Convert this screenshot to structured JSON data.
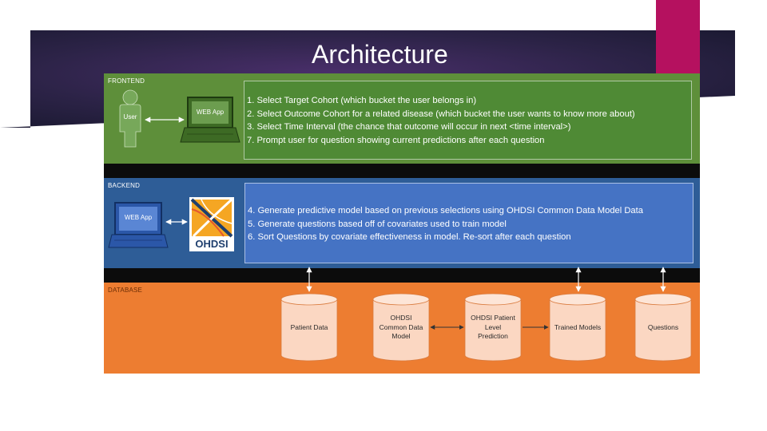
{
  "slide": {
    "title": "Architecture"
  },
  "frontend": {
    "label": "FRONTEND",
    "user_label": "User",
    "app_label": "WEB App",
    "steps": [
      "1. Select Target Cohort (which bucket the user belongs in)",
      "2. Select Outcome Cohort for a related disease (which bucket the user wants to know more about)",
      "3. Select Time Interval (the chance that outcome will occur in next <time interval>)",
      "7. Prompt user for question showing current predictions after each question"
    ]
  },
  "backend": {
    "label": "BACKEND",
    "app_label": "WEB App",
    "logo_text": "OHDSI",
    "steps": [
      "4. Generate predictive model based on previous selections using OHDSI Common Data Model Data",
      "5. Generate questions based off of covariates used to train model",
      "6. Sort Questions by covariate effectiveness in model. Re-sort after each question"
    ]
  },
  "database": {
    "label": "DATABASE",
    "stores": [
      {
        "lines": [
          "Patient Data"
        ]
      },
      {
        "lines": [
          "OHDSI",
          "Common Data",
          "Model"
        ]
      },
      {
        "lines": [
          "OHDSI Patient",
          "Level",
          "Prediction"
        ]
      },
      {
        "lines": [
          "Trained Models"
        ]
      },
      {
        "lines": [
          "Questions"
        ]
      }
    ]
  },
  "colors": {
    "frontend": "#5e8f3a",
    "backend": "#2e5d97",
    "backend_box": "#4573c4",
    "database": "#ed7d31",
    "accent": "#b5115f",
    "banner": "#2b2142"
  }
}
